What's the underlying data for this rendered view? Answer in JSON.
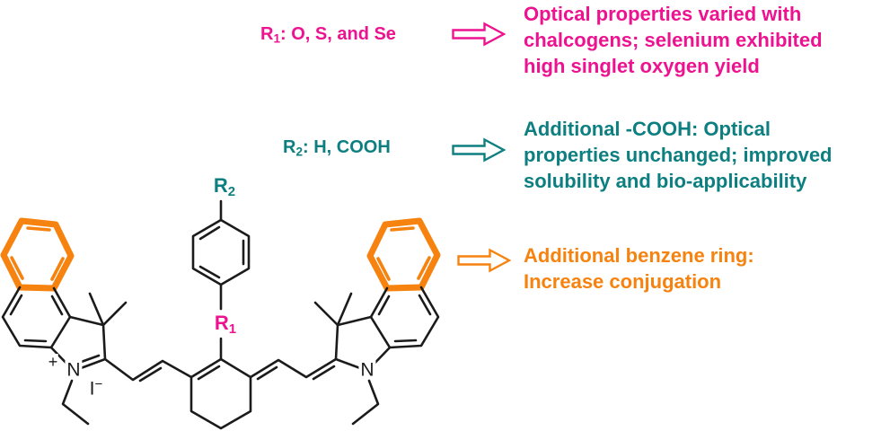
{
  "colors": {
    "pink": "#ed1390",
    "teal": "#0e7f80",
    "orange": "#f6820f",
    "bond": "#1b1b1b"
  },
  "icons": {
    "annotation_arrow": "block-arrow-right-icon"
  },
  "annotations": [
    {
      "label_prefix": "R",
      "label_sub": "1",
      "label_rest": ": O, S, and Se",
      "lines": [
        "Optical properties varied with",
        "chalcogens; selenium exhibited",
        "high singlet oxygen yield"
      ]
    },
    {
      "label_prefix": "R",
      "label_sub": "2",
      "label_rest": ": H, COOH",
      "lines": [
        "Additional -COOH: Optical",
        "properties unchanged; improved",
        "solubility and bio-applicability"
      ]
    },
    {
      "lines": [
        "Additional benzene ring:",
        "Increase conjugation"
      ]
    }
  ],
  "molecule": {
    "r1_prefix": "R",
    "r1_sub": "1",
    "r2_prefix": "R",
    "r2_sub": "2",
    "nitrogen_left": "N",
    "nitrogen_right": "N",
    "plus_charge": "+",
    "iodide_symbol": "I",
    "iodide_charge": "−"
  }
}
